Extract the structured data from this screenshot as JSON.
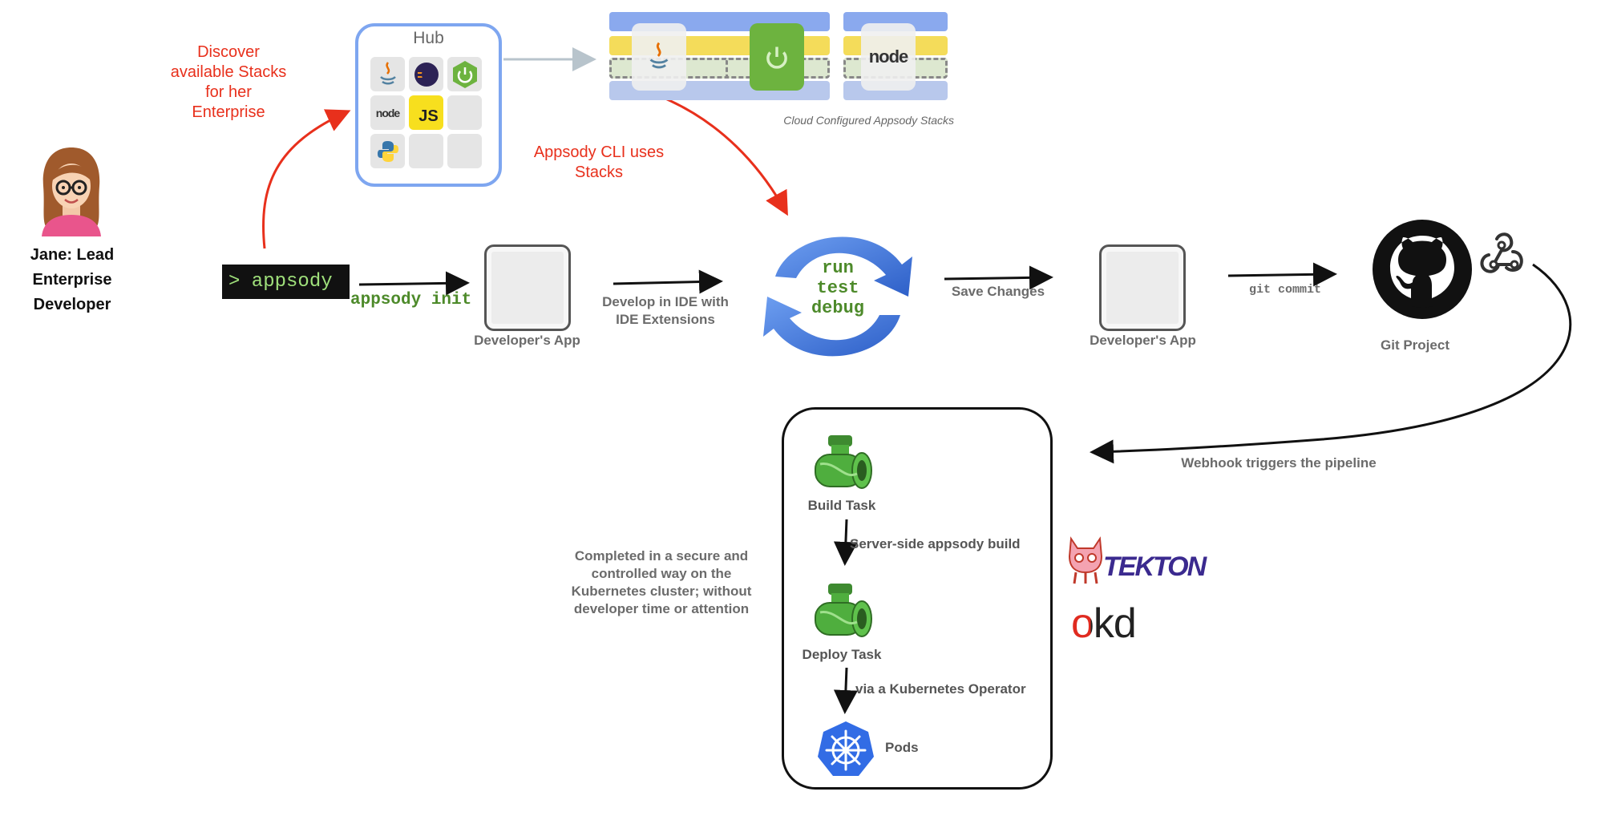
{
  "hub": {
    "title": "Hub",
    "tiles": [
      {
        "icon": "java-icon",
        "text": ""
      },
      {
        "icon": "eclipse-icon",
        "text": ""
      },
      {
        "icon": "spring-icon",
        "text": ""
      },
      {
        "icon": "nodejs-icon",
        "text": "node"
      },
      {
        "icon": "javascript-icon",
        "text": "JS"
      },
      {
        "icon": "empty-tile",
        "text": ""
      },
      {
        "icon": "python-icon",
        "text": ""
      },
      {
        "icon": "empty-tile",
        "text": ""
      },
      {
        "icon": "empty-tile",
        "text": ""
      }
    ]
  },
  "stacks": {
    "caption": "Cloud Configured Appsody Stacks",
    "items": [
      {
        "icon": "java-icon",
        "label": ""
      },
      {
        "icon": "spring-icon",
        "label": ""
      },
      {
        "icon": "nodejs-icon",
        "label": "node"
      }
    ],
    "colors": {
      "top": "#8aa9ee",
      "middle": "#f4dc5a",
      "dashed": "#dde8d0",
      "bottom": "#b8c8ec"
    }
  },
  "labels": {
    "discover": "Discover available Stacks for her Enterprise",
    "cli_uses": "Appsody CLI uses Stacks",
    "developer_name": "Jane: Lead Enterprise Developer",
    "terminal_prompt": "> appsody",
    "appsody_init": "appsody init",
    "developers_app_1": "Developer's App",
    "develop_in_ide": "Develop in IDE with IDE Extensions",
    "loop_run": "run",
    "loop_test": "test",
    "loop_debug": "debug",
    "save_changes": "Save Changes",
    "developers_app_2": "Developer's App",
    "git_commit": "git commit",
    "git_project": "Git Project",
    "webhook_triggers": "Webhook triggers the pipeline",
    "build_task": "Build Task",
    "server_side_build": "Server-side appsody build",
    "deploy_task": "Deploy Task",
    "via_operator": "via a Kubernetes Operator",
    "pods": "Pods",
    "completed_secure": "Completed in a secure and controlled way on the Kubernetes cluster; without developer time or attention",
    "tekton": "TEKTON",
    "okd": "okd"
  },
  "colors": {
    "red_text": "#e8301c",
    "grey_text": "#6b6b6b",
    "green_mono": "#4d8a2a",
    "hub_border": "#7ea6f0",
    "cycle_blue": "#3d6ed8",
    "pipe_green": "#4fae3e",
    "kubernetes_blue": "#326ce5",
    "tekton_purple": "#3b2a8f",
    "okd_red": "#e02b20"
  }
}
